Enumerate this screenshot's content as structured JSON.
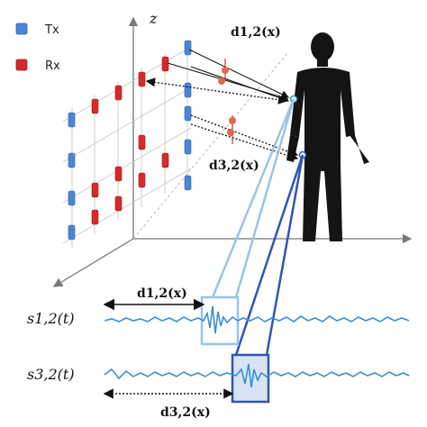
{
  "legend": {
    "tx_label": "Tx",
    "rx_label": "Rx"
  },
  "axis": {
    "z_label": "z"
  },
  "labels": {
    "d12_top": "d1,2(x)",
    "d32_mid": "d3,2(x)",
    "d12_signal": "d1,2(x)",
    "d32_signal": "d3,2(x)",
    "s12": "s1,2(t)",
    "s32": "s3,2(t)"
  },
  "colors": {
    "tx": "#4a86d6",
    "rx": "#d62a2a",
    "signal": "#3a8fd0",
    "box_light": "#9cc3e6",
    "box_dark": "#2f55b5",
    "human": "#141414"
  }
}
